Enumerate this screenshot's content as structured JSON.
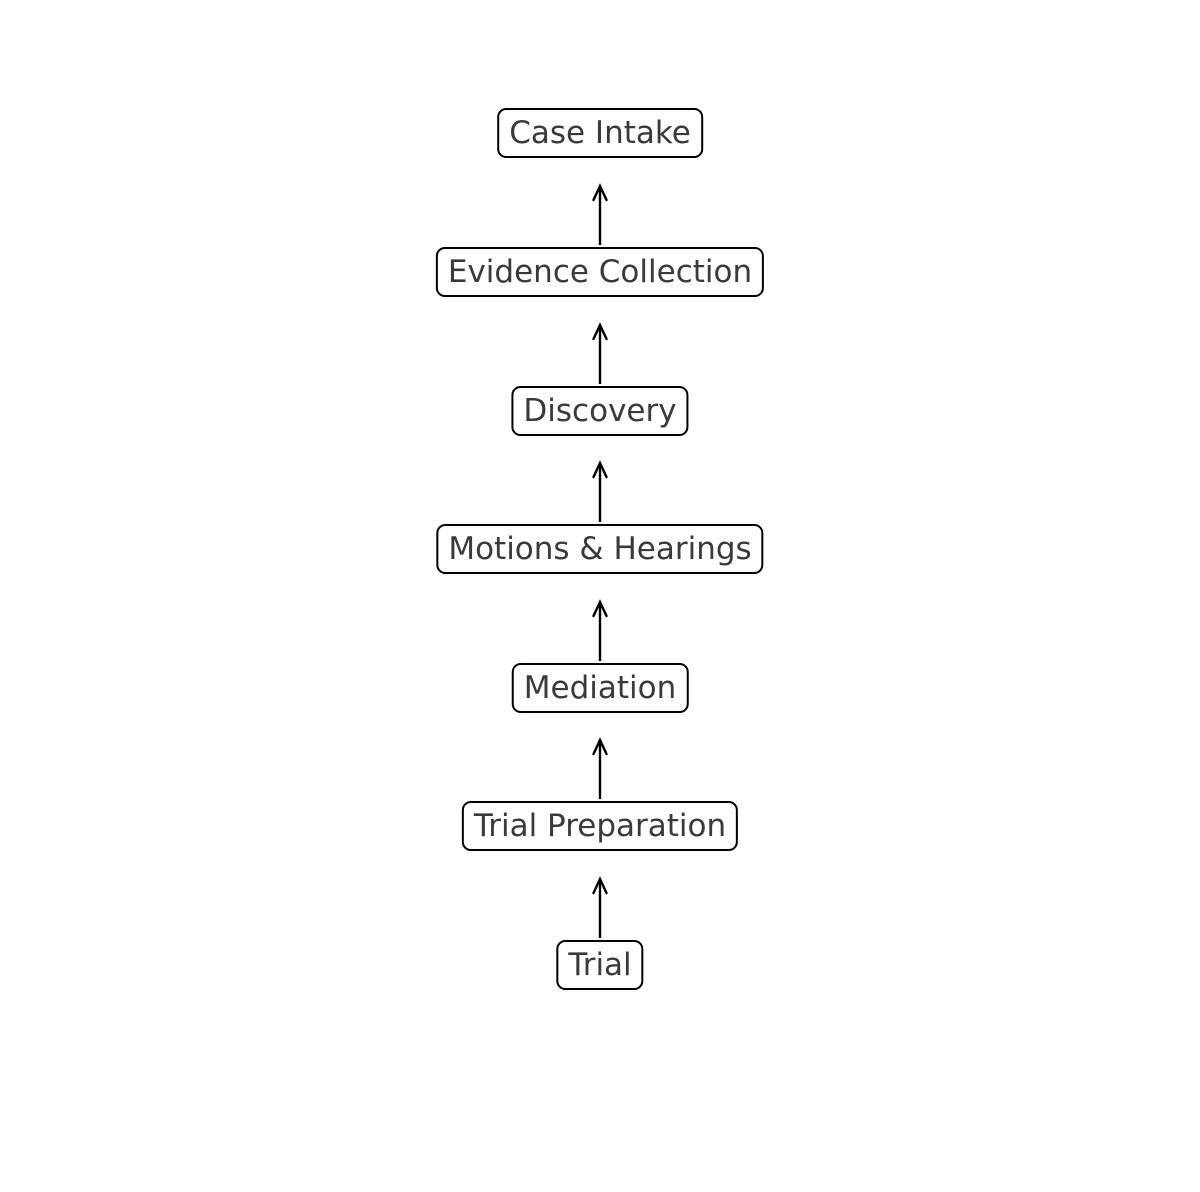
{
  "diagram": {
    "type": "flowchart",
    "orientation": "vertical",
    "arrow_direction": "up",
    "nodes": [
      {
        "id": "case-intake",
        "label": "Case Intake"
      },
      {
        "id": "evidence-collection",
        "label": "Evidence Collection"
      },
      {
        "id": "discovery",
        "label": "Discovery"
      },
      {
        "id": "motions-hearings",
        "label": "Motions & Hearings"
      },
      {
        "id": "mediation",
        "label": "Mediation"
      },
      {
        "id": "trial-preparation",
        "label": "Trial Preparation"
      },
      {
        "id": "trial",
        "label": "Trial"
      }
    ],
    "edges": [
      {
        "from": "evidence-collection",
        "to": "case-intake"
      },
      {
        "from": "discovery",
        "to": "evidence-collection"
      },
      {
        "from": "motions-hearings",
        "to": "discovery"
      },
      {
        "from": "mediation",
        "to": "motions-hearings"
      },
      {
        "from": "trial-preparation",
        "to": "mediation"
      },
      {
        "from": "trial",
        "to": "trial-preparation"
      }
    ],
    "colors": {
      "background": "#ffffff",
      "box_fill": "#ffffff",
      "box_border": "#000000",
      "text": "#3a3a3a",
      "arrow": "#000000"
    }
  }
}
